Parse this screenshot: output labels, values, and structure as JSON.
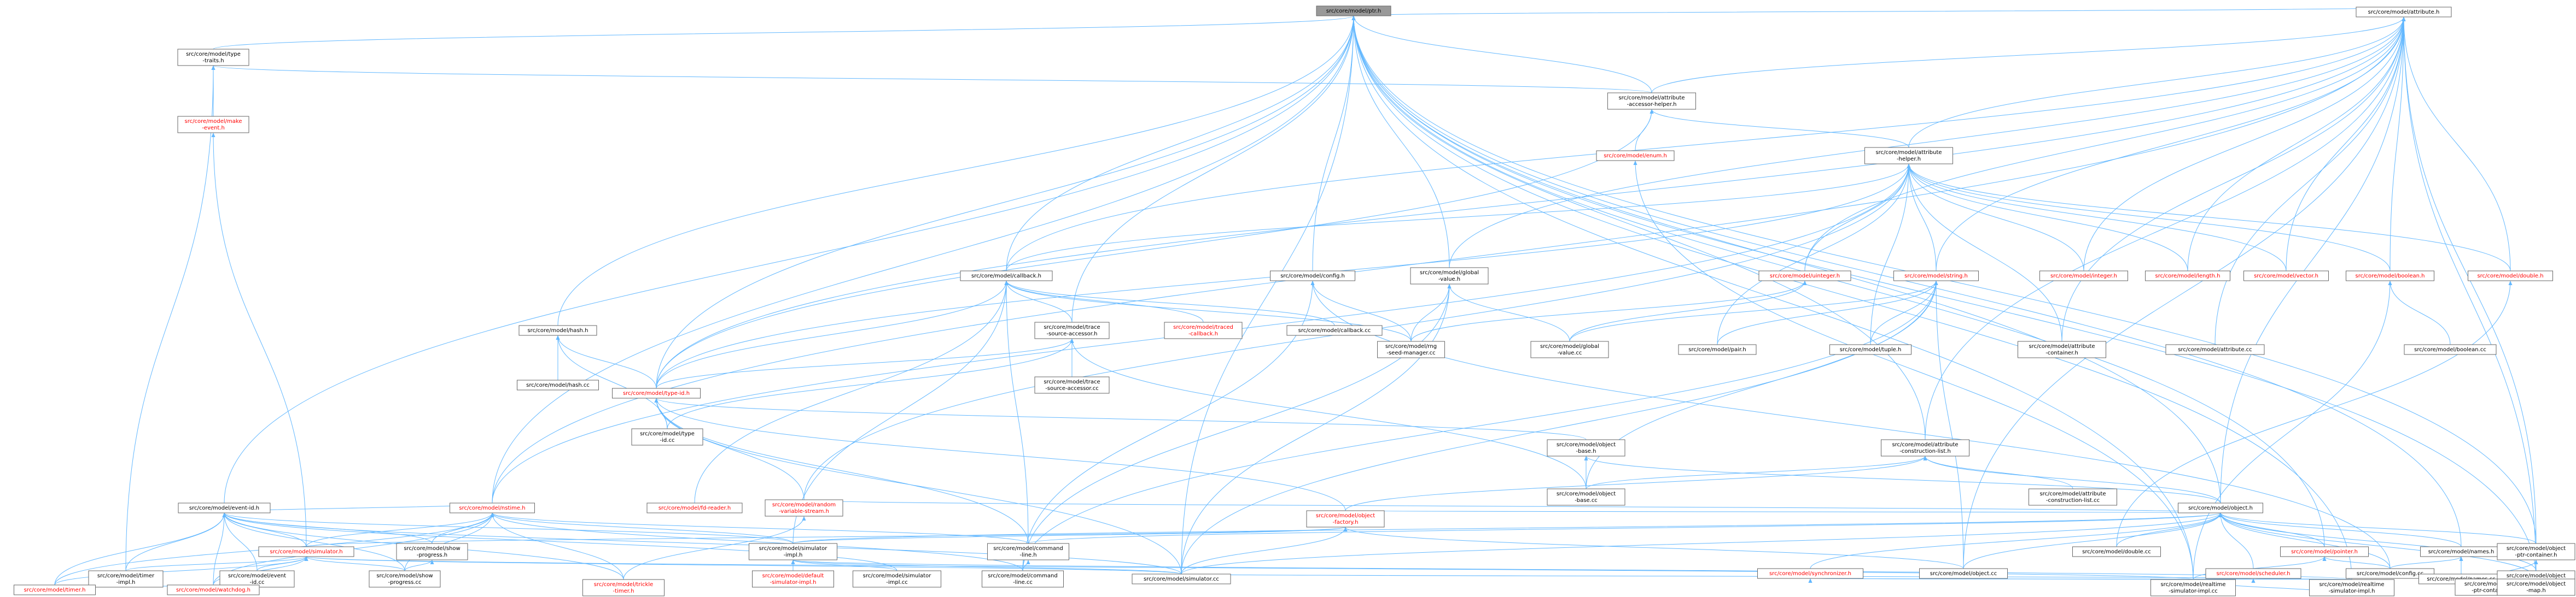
{
  "colors": {
    "background": "#ffffff",
    "node_fill": "#ffffff",
    "root_fill": "#999999",
    "node_border": "#666666",
    "text_default": "#000000",
    "text_red": "#ff0000",
    "edge_color": "#63b8ff"
  },
  "graph": {
    "root": "n0",
    "nodes": [
      {
        "id": "n0",
        "lines": [
          "src/core/model/ptr.h"
        ],
        "red": false,
        "root": true
      },
      {
        "id": "n1",
        "lines": [
          "src/core/model/type",
          "-traits.h"
        ],
        "red": false
      },
      {
        "id": "n2",
        "lines": [
          "src/core/model/make",
          "-event.h"
        ],
        "red": true
      },
      {
        "id": "n3",
        "lines": [
          "src/core/model/attribute.h"
        ],
        "red": false
      },
      {
        "id": "n4",
        "lines": [
          "src/core/model/attribute",
          "-accessor-helper.h"
        ],
        "red": false
      },
      {
        "id": "n5",
        "lines": [
          "src/core/model/enum.h"
        ],
        "red": true
      },
      {
        "id": "n6",
        "lines": [
          "src/core/model/attribute",
          "-helper.h"
        ],
        "red": false
      },
      {
        "id": "n7",
        "lines": [
          "src/core/model/callback.h"
        ],
        "red": false
      },
      {
        "id": "n8",
        "lines": [
          "src/core/model/config.h"
        ],
        "red": false
      },
      {
        "id": "n9",
        "lines": [
          "src/core/model/global",
          "-value.h"
        ],
        "red": false
      },
      {
        "id": "n10",
        "lines": [
          "src/core/model/uinteger.h"
        ],
        "red": true
      },
      {
        "id": "n11",
        "lines": [
          "src/core/model/string.h"
        ],
        "red": true
      },
      {
        "id": "n12",
        "lines": [
          "src/core/model/integer.h"
        ],
        "red": true
      },
      {
        "id": "n13",
        "lines": [
          "src/core/model/length.h"
        ],
        "red": true
      },
      {
        "id": "n14",
        "lines": [
          "src/core/model/vector.h"
        ],
        "red": true
      },
      {
        "id": "n15",
        "lines": [
          "src/core/model/boolean.h"
        ],
        "red": true
      },
      {
        "id": "n16",
        "lines": [
          "src/core/model/double.h"
        ],
        "red": true
      },
      {
        "id": "n17",
        "lines": [
          "src/core/model/hash.h"
        ],
        "red": false
      },
      {
        "id": "n18",
        "lines": [
          "src/core/model/trace",
          "-source-accessor.h"
        ],
        "red": false
      },
      {
        "id": "n19",
        "lines": [
          "src/core/model/traced",
          "-callback.h"
        ],
        "red": true
      },
      {
        "id": "n20",
        "lines": [
          "src/core/model/callback.cc"
        ],
        "red": false
      },
      {
        "id": "n21",
        "lines": [
          "src/core/model/rng",
          "-seed-manager.cc"
        ],
        "red": false
      },
      {
        "id": "n22",
        "lines": [
          "src/core/model/global",
          "-value.cc"
        ],
        "red": false
      },
      {
        "id": "n23",
        "lines": [
          "src/core/model/pair.h"
        ],
        "red": false
      },
      {
        "id": "n24",
        "lines": [
          "src/core/model/tuple.h"
        ],
        "red": false
      },
      {
        "id": "n25",
        "lines": [
          "src/core/model/attribute",
          "-container.h"
        ],
        "red": false
      },
      {
        "id": "n26",
        "lines": [
          "src/core/model/attribute.cc"
        ],
        "red": false
      },
      {
        "id": "n27",
        "lines": [
          "src/core/model/boolean.cc"
        ],
        "red": false
      },
      {
        "id": "n28",
        "lines": [
          "src/core/model/hash.cc"
        ],
        "red": false
      },
      {
        "id": "n29",
        "lines": [
          "src/core/model/type-id.h"
        ],
        "red": true
      },
      {
        "id": "n30",
        "lines": [
          "src/core/model/trace",
          "-source-accessor.cc"
        ],
        "red": false
      },
      {
        "id": "n31",
        "lines": [
          "src/core/model/type",
          "-id.cc"
        ],
        "red": false
      },
      {
        "id": "n32",
        "lines": [
          "src/core/model/object",
          "-base.h"
        ],
        "red": false
      },
      {
        "id": "n33",
        "lines": [
          "src/core/model/object",
          "-base.cc"
        ],
        "red": false
      },
      {
        "id": "n34",
        "lines": [
          "src/core/model/attribute",
          "-construction-list.h"
        ],
        "red": false
      },
      {
        "id": "n35",
        "lines": [
          "src/core/model/attribute",
          "-construction-list.cc"
        ],
        "red": false
      },
      {
        "id": "n36",
        "lines": [
          "src/core/model/event-id.h"
        ],
        "red": false
      },
      {
        "id": "n37",
        "lines": [
          "src/core/model/nstime.h"
        ],
        "red": true
      },
      {
        "id": "n38",
        "lines": [
          "src/core/model/fd-reader.h"
        ],
        "red": true
      },
      {
        "id": "n39",
        "lines": [
          "src/core/model/random",
          "-variable-stream.h"
        ],
        "red": true
      },
      {
        "id": "n40",
        "lines": [
          "src/core/model/object",
          "-factory.h"
        ],
        "red": true
      },
      {
        "id": "n41",
        "lines": [
          "src/core/model/object.h"
        ],
        "red": false
      },
      {
        "id": "n42",
        "lines": [
          "src/core/model/simulator.h"
        ],
        "red": true
      },
      {
        "id": "n43",
        "lines": [
          "src/core/model/show",
          "-progress.h"
        ],
        "red": false
      },
      {
        "id": "n44",
        "lines": [
          "src/core/model/simulator",
          "-impl.h"
        ],
        "red": false
      },
      {
        "id": "n45",
        "lines": [
          "src/core/model/command",
          "-line.h"
        ],
        "red": false
      },
      {
        "id": "n46",
        "lines": [
          "src/core/model/double.cc"
        ],
        "red": false
      },
      {
        "id": "n47",
        "lines": [
          "src/core/model/object.cc"
        ],
        "red": false
      },
      {
        "id": "n48",
        "lines": [
          "src/core/model/pointer.h"
        ],
        "red": true
      },
      {
        "id": "n49",
        "lines": [
          "src/core/model/names.h"
        ],
        "red": false
      },
      {
        "id": "n50",
        "lines": [
          "src/core/model/object",
          "-ptr-container.h"
        ],
        "red": false
      },
      {
        "id": "n51",
        "lines": [
          "src/core/model/synchronizer.h"
        ],
        "red": true
      },
      {
        "id": "n52",
        "lines": [
          "src/core/model/scheduler.h"
        ],
        "red": true
      },
      {
        "id": "n53",
        "lines": [
          "src/core/model/config.cc"
        ],
        "red": false
      },
      {
        "id": "n54",
        "lines": [
          "src/core/model/names.cc"
        ],
        "red": false
      },
      {
        "id": "n55",
        "lines": [
          "src/core/model/object",
          "-vector.h"
        ],
        "red": false
      },
      {
        "id": "n56",
        "lines": [
          "src/core/model/object",
          "-ptr-container.cc"
        ],
        "red": false
      },
      {
        "id": "n57",
        "lines": [
          "src/core/model/object",
          "-map.h"
        ],
        "red": false
      },
      {
        "id": "n58",
        "lines": [
          "src/core/model/timer",
          "-impl.h"
        ],
        "red": false
      },
      {
        "id": "n59",
        "lines": [
          "src/core/model/event",
          "-id.cc"
        ],
        "red": false
      },
      {
        "id": "n60",
        "lines": [
          "src/core/model/show",
          "-progress.cc"
        ],
        "red": false
      },
      {
        "id": "n61",
        "lines": [
          "src/core/model/default",
          "-simulator-impl.h"
        ],
        "red": true
      },
      {
        "id": "n62",
        "lines": [
          "src/core/model/simulator",
          "-impl.cc"
        ],
        "red": false
      },
      {
        "id": "n63",
        "lines": [
          "src/core/model/command",
          "-line.cc"
        ],
        "red": false
      },
      {
        "id": "n64",
        "lines": [
          "src/core/model/simulator.cc"
        ],
        "red": false
      },
      {
        "id": "n65",
        "lines": [
          "src/core/model/realtime",
          "-simulator-impl.h"
        ],
        "red": false
      },
      {
        "id": "n66",
        "lines": [
          "src/core/model/timer.h"
        ],
        "red": true
      },
      {
        "id": "n67",
        "lines": [
          "src/core/model/watchdog.h"
        ],
        "red": true
      },
      {
        "id": "n68",
        "lines": [
          "src/core/model/trickle",
          "-timer.h"
        ],
        "red": true
      },
      {
        "id": "n69",
        "lines": [
          "src/core/model/realtime",
          "-simulator-impl.cc"
        ],
        "red": false
      }
    ],
    "edges": [
      [
        "n0",
        "n1"
      ],
      [
        "n0",
        "n3"
      ],
      [
        "n0",
        "n4"
      ],
      [
        "n0",
        "n7"
      ],
      [
        "n0",
        "n8"
      ],
      [
        "n0",
        "n9"
      ],
      [
        "n0",
        "n17"
      ],
      [
        "n0",
        "n18"
      ],
      [
        "n0",
        "n36"
      ],
      [
        "n0",
        "n37"
      ],
      [
        "n0",
        "n41"
      ],
      [
        "n0",
        "n48"
      ],
      [
        "n0",
        "n49"
      ],
      [
        "n0",
        "n50"
      ],
      [
        "n0",
        "n57"
      ],
      [
        "n0",
        "n64"
      ],
      [
        "n0",
        "n69"
      ],
      [
        "n0",
        "n29"
      ],
      [
        "n0",
        "n34"
      ],
      [
        "n0",
        "n65"
      ],
      [
        "n1",
        "n2"
      ],
      [
        "n1",
        "n4"
      ],
      [
        "n1",
        "n58"
      ],
      [
        "n2",
        "n42"
      ],
      [
        "n3",
        "n4"
      ],
      [
        "n3",
        "n6"
      ],
      [
        "n3",
        "n7"
      ],
      [
        "n3",
        "n9"
      ],
      [
        "n3",
        "n10"
      ],
      [
        "n3",
        "n11"
      ],
      [
        "n3",
        "n12"
      ],
      [
        "n3",
        "n13"
      ],
      [
        "n3",
        "n14"
      ],
      [
        "n3",
        "n15"
      ],
      [
        "n3",
        "n16"
      ],
      [
        "n3",
        "n25"
      ],
      [
        "n3",
        "n26"
      ],
      [
        "n3",
        "n29"
      ],
      [
        "n3",
        "n34"
      ],
      [
        "n3",
        "n37"
      ],
      [
        "n3",
        "n41"
      ],
      [
        "n3",
        "n47"
      ],
      [
        "n3",
        "n50"
      ],
      [
        "n3",
        "n57"
      ],
      [
        "n4",
        "n5"
      ],
      [
        "n4",
        "n6"
      ],
      [
        "n4",
        "n29"
      ],
      [
        "n5",
        "n69"
      ],
      [
        "n6",
        "n7"
      ],
      [
        "n6",
        "n10"
      ],
      [
        "n6",
        "n11"
      ],
      [
        "n6",
        "n12"
      ],
      [
        "n6",
        "n13"
      ],
      [
        "n6",
        "n14"
      ],
      [
        "n6",
        "n15"
      ],
      [
        "n6",
        "n16"
      ],
      [
        "n6",
        "n23"
      ],
      [
        "n6",
        "n24"
      ],
      [
        "n6",
        "n25"
      ],
      [
        "n6",
        "n37"
      ],
      [
        "n6",
        "n29"
      ],
      [
        "n6",
        "n39"
      ],
      [
        "n7",
        "n18"
      ],
      [
        "n7",
        "n19"
      ],
      [
        "n7",
        "n20"
      ],
      [
        "n7",
        "n21"
      ],
      [
        "n7",
        "n29"
      ],
      [
        "n7",
        "n44"
      ],
      [
        "n7",
        "n45"
      ],
      [
        "n7",
        "n38"
      ],
      [
        "n8",
        "n21"
      ],
      [
        "n8",
        "n53"
      ],
      [
        "n8",
        "n63"
      ],
      [
        "n9",
        "n21"
      ],
      [
        "n9",
        "n22"
      ],
      [
        "n9",
        "n63"
      ],
      [
        "n9",
        "n64"
      ],
      [
        "n10",
        "n21"
      ],
      [
        "n10",
        "n22"
      ],
      [
        "n11",
        "n23"
      ],
      [
        "n11",
        "n24"
      ],
      [
        "n11",
        "n22"
      ],
      [
        "n11",
        "n33"
      ],
      [
        "n11",
        "n47"
      ],
      [
        "n11",
        "n63"
      ],
      [
        "n11",
        "n64"
      ],
      [
        "n15",
        "n27"
      ],
      [
        "n15",
        "n69"
      ],
      [
        "n16",
        "n46"
      ],
      [
        "n17",
        "n28"
      ],
      [
        "n17",
        "n29"
      ],
      [
        "n17",
        "n31"
      ],
      [
        "n18",
        "n29"
      ],
      [
        "n18",
        "n30"
      ],
      [
        "n18",
        "n31"
      ],
      [
        "n18",
        "n33"
      ],
      [
        "n29",
        "n31"
      ],
      [
        "n29",
        "n32"
      ],
      [
        "n29",
        "n39"
      ],
      [
        "n29",
        "n40"
      ],
      [
        "n29",
        "n45"
      ],
      [
        "n29",
        "n64"
      ],
      [
        "n32",
        "n33"
      ],
      [
        "n32",
        "n41"
      ],
      [
        "n34",
        "n35"
      ],
      [
        "n34",
        "n40"
      ],
      [
        "n34",
        "n41"
      ],
      [
        "n34",
        "n33"
      ],
      [
        "n36",
        "n37"
      ],
      [
        "n36",
        "n42"
      ],
      [
        "n36",
        "n43"
      ],
      [
        "n36",
        "n44"
      ],
      [
        "n36",
        "n58"
      ],
      [
        "n36",
        "n59"
      ],
      [
        "n36",
        "n60"
      ],
      [
        "n36",
        "n66"
      ],
      [
        "n36",
        "n67"
      ],
      [
        "n36",
        "n68"
      ],
      [
        "n36",
        "n62"
      ],
      [
        "n36",
        "n64"
      ],
      [
        "n37",
        "n42"
      ],
      [
        "n37",
        "n43"
      ],
      [
        "n37",
        "n44"
      ],
      [
        "n37",
        "n45"
      ],
      [
        "n37",
        "n60"
      ],
      [
        "n37",
        "n66"
      ],
      [
        "n37",
        "n67"
      ],
      [
        "n37",
        "n68"
      ],
      [
        "n37",
        "n63"
      ],
      [
        "n39",
        "n68"
      ],
      [
        "n40",
        "n44"
      ],
      [
        "n40",
        "n47"
      ],
      [
        "n40",
        "n64"
      ],
      [
        "n40",
        "n42"
      ],
      [
        "n41",
        "n39"
      ],
      [
        "n41",
        "n40"
      ],
      [
        "n41",
        "n44"
      ],
      [
        "n41",
        "n45"
      ],
      [
        "n41",
        "n46"
      ],
      [
        "n41",
        "n47"
      ],
      [
        "n41",
        "n48"
      ],
      [
        "n41",
        "n49"
      ],
      [
        "n41",
        "n50"
      ],
      [
        "n41",
        "n51"
      ],
      [
        "n41",
        "n52"
      ],
      [
        "n41",
        "n53"
      ],
      [
        "n41",
        "n55"
      ],
      [
        "n41",
        "n57"
      ],
      [
        "n41",
        "n64"
      ],
      [
        "n42",
        "n58"
      ],
      [
        "n42",
        "n59"
      ],
      [
        "n42",
        "n60"
      ],
      [
        "n42",
        "n64"
      ],
      [
        "n42",
        "n66"
      ],
      [
        "n42",
        "n67"
      ],
      [
        "n42",
        "n69"
      ],
      [
        "n43",
        "n60"
      ],
      [
        "n44",
        "n61"
      ],
      [
        "n44",
        "n62"
      ],
      [
        "n44",
        "n64"
      ],
      [
        "n44",
        "n65"
      ],
      [
        "n45",
        "n63"
      ],
      [
        "n48",
        "n53"
      ],
      [
        "n48",
        "n69"
      ],
      [
        "n49",
        "n53"
      ],
      [
        "n49",
        "n54"
      ],
      [
        "n50",
        "n55"
      ],
      [
        "n50",
        "n56"
      ],
      [
        "n50",
        "n57"
      ],
      [
        "n51",
        "n65"
      ],
      [
        "n51",
        "n69"
      ],
      [
        "n52",
        "n64"
      ],
      [
        "n52",
        "n65"
      ],
      [
        "n52",
        "n69"
      ],
      [
        "n58",
        "n66"
      ],
      [
        "n58",
        "n67"
      ],
      [
        "n65",
        "n69"
      ]
    ]
  }
}
